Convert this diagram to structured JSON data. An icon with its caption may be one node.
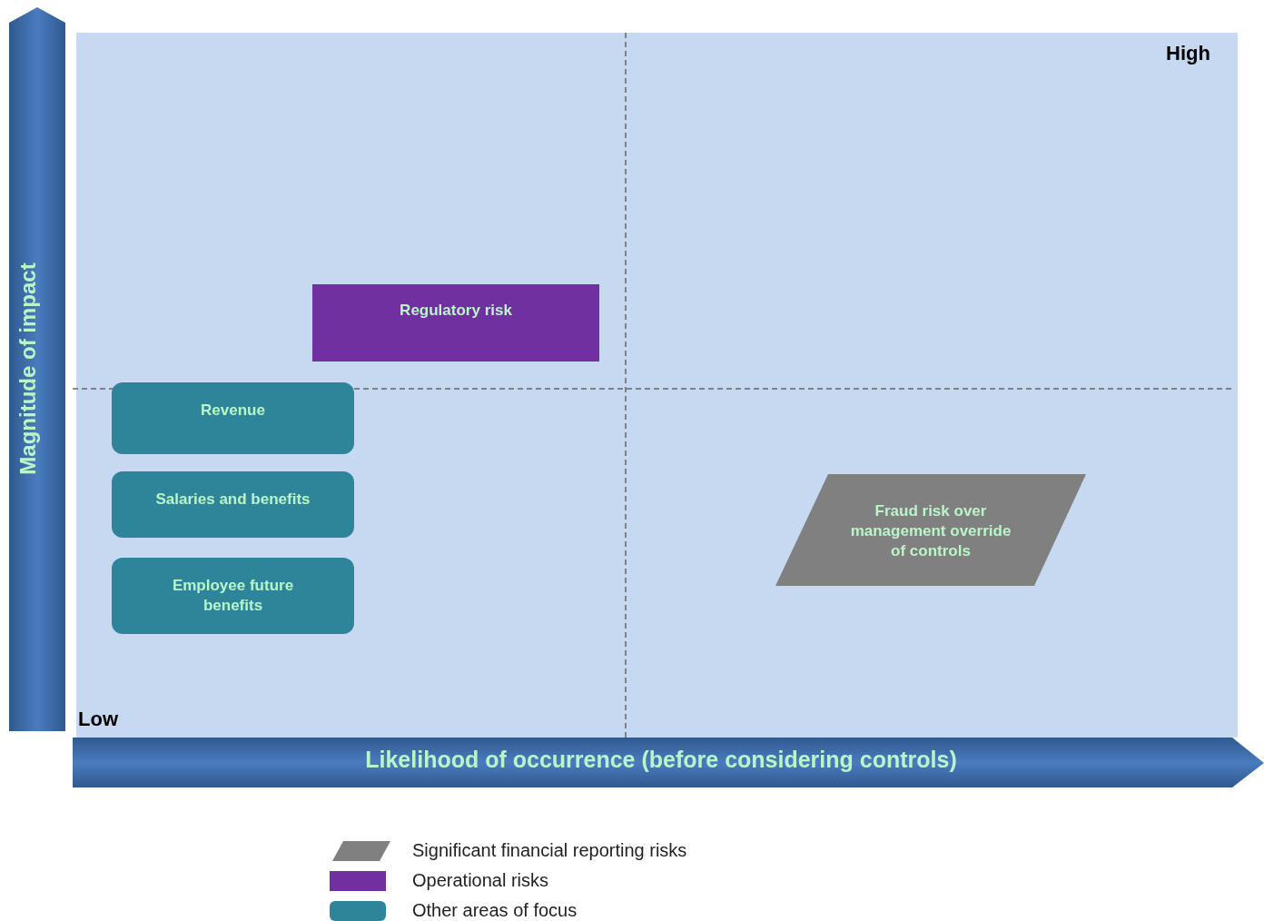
{
  "diagram": {
    "nodes": [
      {
        "text": [
          "Regulatory risk"
        ]
      },
      {
        "text": [
          "Revenue"
        ]
      },
      {
        "text": [
          "Salaries and benefits"
        ]
      },
      {
        "text": [
          "Employee future benefits"
        ]
      },
      {
        "text": [
          "Fraud risk over management override of controls"
        ]
      }
    ],
    "edges": [],
    "labels": [
      "High",
      "Magnitude of impact",
      "Low",
      "Likelihood of occurrence (before considering controls)"
    ],
    "legend": [
      {
        "text": "Significant financial reporting risks",
        "color": "#808080"
      },
      {
        "text": "Operational risks",
        "color": "#7030a0"
      },
      {
        "text": "Other areas of focus",
        "color": "#2e8599"
      }
    ]
  }
}
